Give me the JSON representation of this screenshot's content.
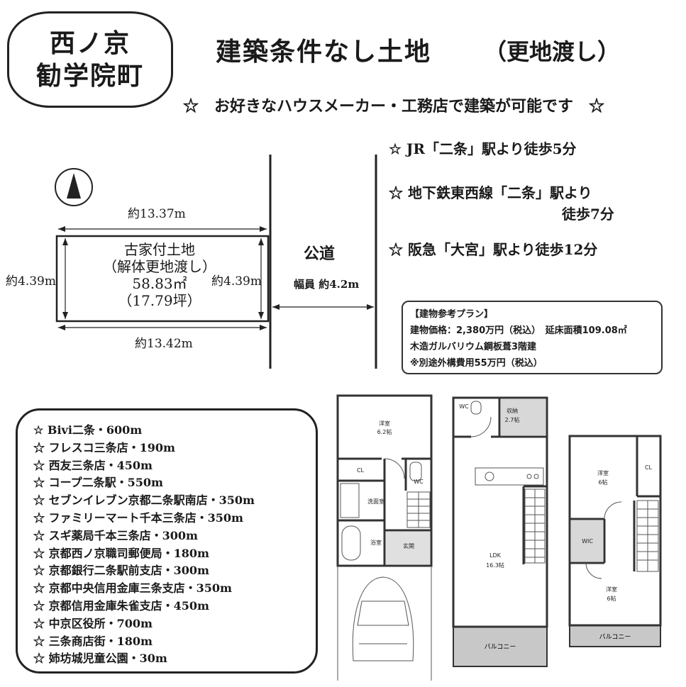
{
  "area": {
    "line1": "西ノ京",
    "line2": "勧学院町"
  },
  "title": {
    "main": "建築条件なし土地",
    "sub": "（更地渡し）"
  },
  "tagline": "☆　お好きなハウスメーカー・工務店で建築が可能です　☆",
  "access": [
    "☆ JR「二条」駅より徒歩5分",
    "☆ 地下鉄東西線「二条」駅より",
    "徒歩7分",
    "☆ 阪急「大宮」駅より徒歩12分"
  ],
  "compass": {
    "label": "N"
  },
  "plot": {
    "top_width": "約13.37m",
    "bottom_width": "約13.42m",
    "left_depth": "約4.39m",
    "right_depth": "約4.39m",
    "name_line1": "古家付土地",
    "name_line2": "（解体更地渡し）",
    "area_sqm": "58.83㎡",
    "area_tsubo": "（17.79坪）"
  },
  "road": {
    "label": "公道",
    "width": "幅員 約4.2m"
  },
  "plan": {
    "heading": "【建物参考プラン】",
    "price_line": "建物価格：2,380万円（税込）　延床面積109.08㎡",
    "structure": "木造ガルバリウム鋼板葺3階建",
    "extra_cost": "※別途外構費用55万円（税込）"
  },
  "nearby": [
    "☆ Bivi二条・600m",
    "☆ フレスコ三条店・190m",
    "☆ 西友三条店・450m",
    "☆ コープ二条駅・550m",
    "☆ セブンイレブン京都二条駅南店・350m",
    "☆ ファミリーマート千本三条店・350m",
    "☆ スギ薬局千本三条店・300m",
    "☆ 京都西ノ京職司郵便局・180m",
    "☆ 京都銀行二条駅前支店・300m",
    "☆ 京都中央信用金庫三条支店・350m",
    "☆ 京都信用金庫朱雀支店・450m",
    "☆ 中京区役所・700m",
    "☆ 三条商店街・180m",
    "☆ 姉坊城児童公園・30m"
  ],
  "floorplan1": {
    "room_name": "洋室",
    "room_size": "6.2帖",
    "cl": "CL",
    "wc": "WC",
    "washroom": "洗面室",
    "bath": "浴室",
    "entrance": "玄関"
  },
  "floorplan2": {
    "wc": "WC",
    "storage_name": "収納",
    "storage_size": "2.7帖",
    "ldk_name": "LDK",
    "ldk_size": "16.3帖",
    "balcony": "バルコニー"
  },
  "floorplan3": {
    "room1_name": "洋室",
    "room1_size": "6帖",
    "cl": "CL",
    "wic": "WIC",
    "room2_name": "洋室",
    "room2_size": "6帖",
    "balcony": "バルコニー"
  }
}
